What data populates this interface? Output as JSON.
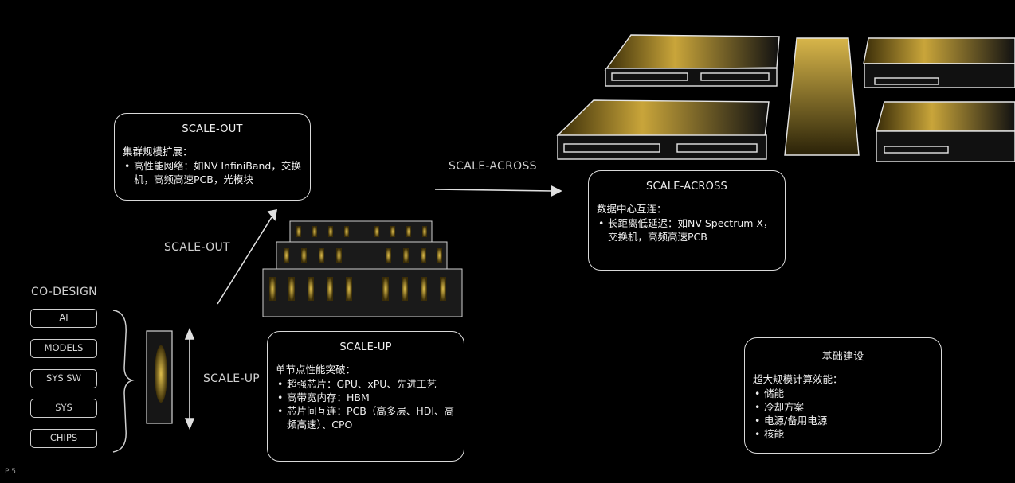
{
  "codesign": {
    "title": "CO-DESIGN",
    "items": [
      "AI",
      "MODELS",
      "SYS SW",
      "SYS",
      "CHIPS"
    ]
  },
  "arrows": {
    "scale_out": "SCALE-OUT",
    "scale_up": "SCALE-UP",
    "scale_across": "SCALE-ACROSS"
  },
  "boxes": {
    "scale_out": {
      "title": "SCALE-OUT",
      "heading": "集群规模扩展：",
      "bullets": [
        "高性能网络：如NV InfiniBand，交换机，高频高速PCB，光模块"
      ]
    },
    "scale_up": {
      "title": "SCALE-UP",
      "heading": "单节点性能突破：",
      "bullets": [
        "超强芯片：GPU、xPU、先进工艺",
        "高带宽内存：HBM",
        "芯片间互连：PCB（高多层、HDI、高频高速）、CPO"
      ]
    },
    "scale_across": {
      "title": "SCALE-ACROSS",
      "heading": "数据中心互连：",
      "bullets": [
        "长距离低延迟：如NV Spectrum-X，交换机，高频高速PCB"
      ]
    },
    "infra": {
      "title": "基础建设",
      "heading": "超大规模计算效能：",
      "bullets": [
        "储能",
        "冷却方案",
        "电源/备用电源",
        "核能"
      ]
    }
  },
  "page_number": "P 5",
  "colors": {
    "background": "#000000",
    "line": "#d9d9d9",
    "gold": "#c9a53a"
  }
}
